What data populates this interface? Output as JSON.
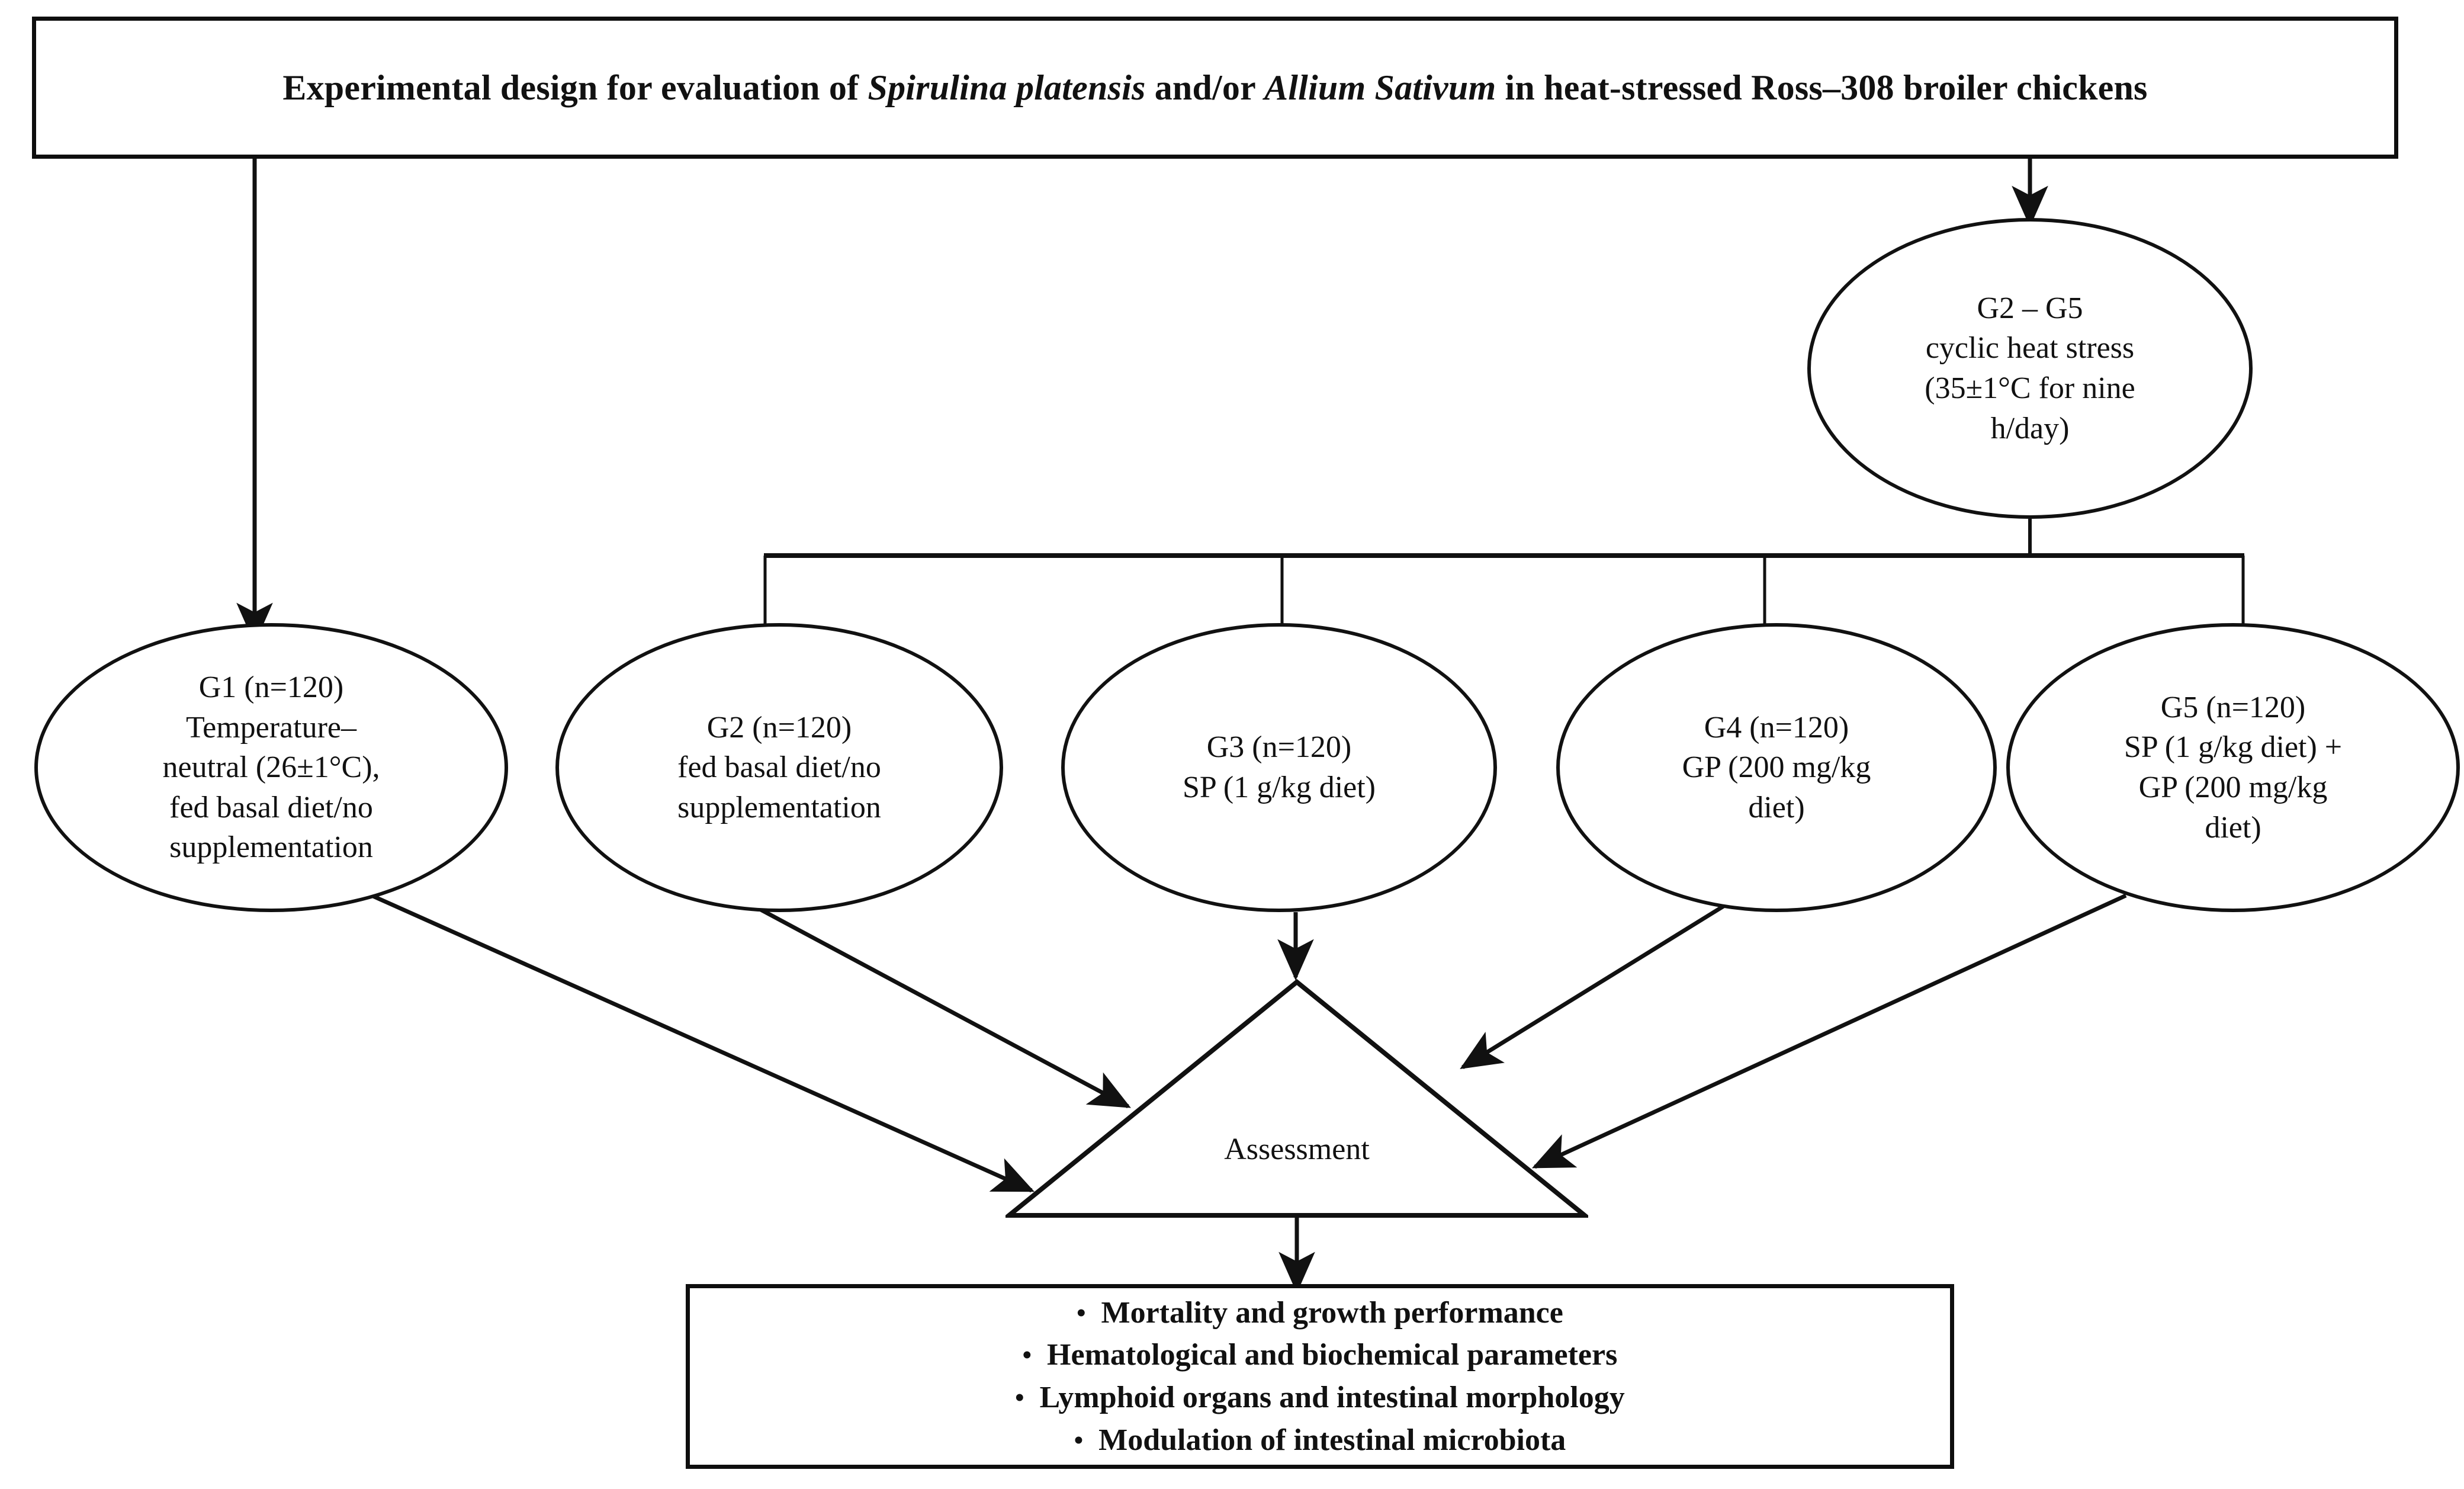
{
  "title": {
    "prefix": "Experimental design for evaluation of ",
    "species_1": "Spirulina platensis",
    "middle": " and/or ",
    "species_2": "Allium Sativum",
    "suffix": " in heat-stressed Ross–308 broiler chickens",
    "full_text": "Experimental design for evaluation of Spirulina platensis and/or Allium Sativum in heat-stressed Ross–308 broiler chickens"
  },
  "heat_stress": {
    "label": "G2 – G5\ncyclic heat stress\n(35±1°C for nine\nh/day)",
    "group_range": "G2 – G5",
    "condition": "cyclic heat stress",
    "temperature": "35±1°C",
    "duration": "nine h/day"
  },
  "groups": [
    {
      "id": "g1",
      "label": "G1 (n=120)\nTemperature–\nneutral (26±1°C),\nfed basal diet/no\nsupplementation",
      "name": "G1",
      "n": "n=120",
      "treatment": "Temperature–neutral (26±1°C), fed basal diet/no supplementation"
    },
    {
      "id": "g2",
      "label": "G2 (n=120)\nfed basal diet/no\nsupplementation",
      "name": "G2",
      "n": "n=120",
      "treatment": "fed basal diet/no supplementation"
    },
    {
      "id": "g3",
      "label": "G3 (n=120)\nSP (1 g/kg diet)",
      "name": "G3",
      "n": "n=120",
      "treatment": "SP (1 g/kg diet)"
    },
    {
      "id": "g4",
      "label": "G4 (n=120)\nGP (200 mg/kg\ndiet)",
      "name": "G4",
      "n": "n=120",
      "treatment": "GP (200 mg/kg diet)"
    },
    {
      "id": "g5",
      "label": "G5 (n=120)\nSP (1 g/kg diet) +\nGP (200 mg/kg\ndiet)",
      "name": "G5",
      "n": "n=120",
      "treatment": "SP (1 g/kg diet) + GP (200 mg/kg diet)"
    }
  ],
  "assessment": {
    "label": "Assessment"
  },
  "outcomes": {
    "bullet_glyph": "•",
    "items": [
      "Mortality and growth performance",
      "Hematological and biochemical parameters",
      "Lymphoid organs and intestinal morphology",
      "Modulation of intestinal microbiota"
    ]
  },
  "style": {
    "stroke": "#111111",
    "background": "#ffffff",
    "text": "#111111"
  }
}
